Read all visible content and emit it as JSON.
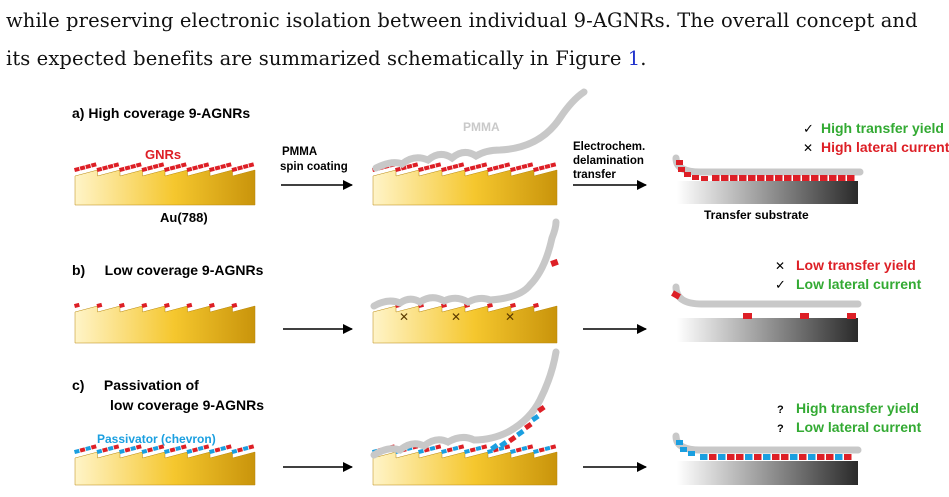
{
  "paragraph": {
    "line1": "while preserving electronic isolation between individual 9-AGNRs. The overall concept and",
    "line2_before": "its expected benefits are summarized schematically in Figure ",
    "line2_ref": "1",
    "line2_after": "."
  },
  "figure": {
    "panel_a": {
      "title": "a)   High coverage 9-AGNRs",
      "gnrs_label": "GNRs",
      "substrate_label": "Au(788)",
      "pmma_label": "PMMA",
      "step1_lines": [
        "PMMA",
        "spin coating"
      ],
      "step2_lines": [
        "Electrochem.",
        "delamination",
        "transfer"
      ],
      "transfer_substrate": "Transfer substrate",
      "outcomes": [
        {
          "mark": "✓",
          "text": "High transfer yield",
          "color": "#33aa33"
        },
        {
          "mark": "✕",
          "text": "High lateral current",
          "color": "#dd1f26"
        }
      ]
    },
    "panel_b": {
      "title": "b)     Low coverage 9-AGNRs",
      "outcomes": [
        {
          "mark": "✕",
          "text": "Low transfer yield",
          "color": "#dd1f26"
        },
        {
          "mark": "✓",
          "text": "Low lateral current",
          "color": "#33aa33"
        }
      ]
    },
    "panel_c": {
      "title_line1": "c)     Passivation of",
      "title_line2": "low coverage 9-AGNRs",
      "passivator_label": "Passivator (chevron)",
      "outcomes": [
        {
          "mark": "?",
          "text": "High transfer yield",
          "color": "#33aa33"
        },
        {
          "mark": "?",
          "text": "Low lateral current",
          "color": "#33aa33"
        }
      ]
    },
    "colors": {
      "gnr": "#dd1f26",
      "passivator": "#1a9fe0",
      "pmma": "#c8c8c8",
      "gold_dark": "#c8960a",
      "gold_light": "#fff3c6",
      "arrow": "#000000"
    }
  }
}
